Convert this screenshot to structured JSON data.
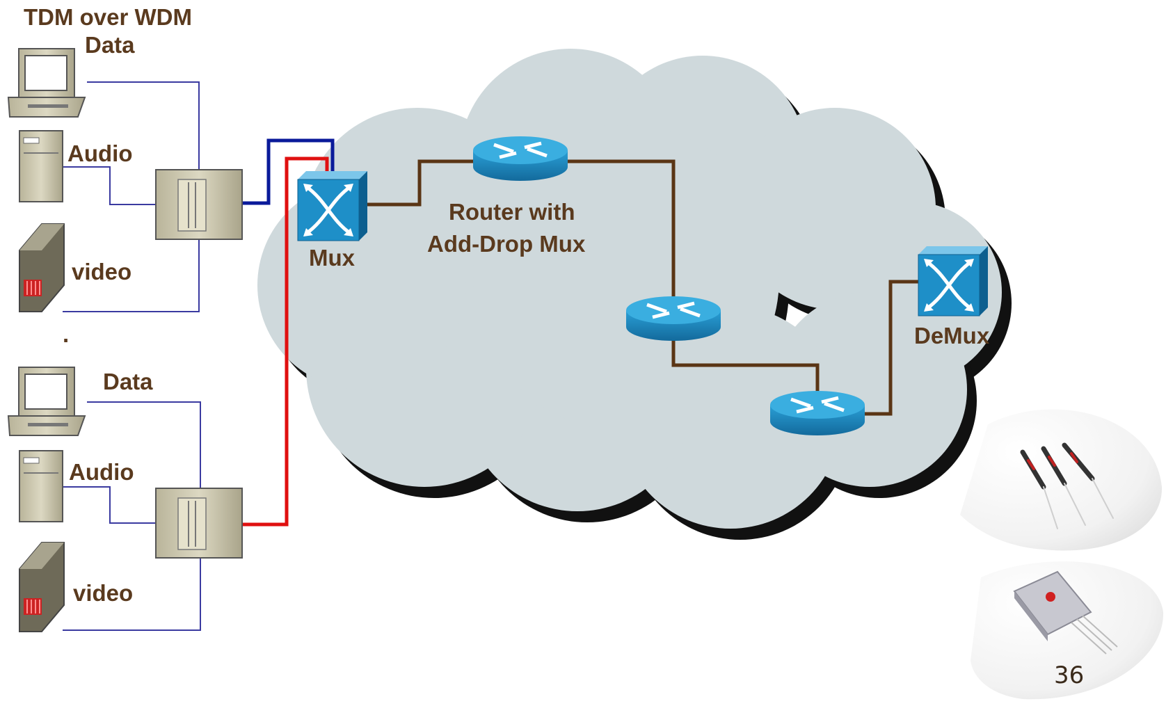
{
  "title_line1": "TDM over WDM",
  "groups": [
    {
      "data": "Data",
      "audio": "Audio",
      "video": "video"
    },
    {
      "data": "Data",
      "audio": "Audio",
      "video": "video"
    }
  ],
  "separator": ".",
  "mux_label": "Mux",
  "router_label_line1": "Router with",
  "router_label_line2": "Add-Drop Mux",
  "demux_label": "DeMux",
  "slide_number": "36",
  "colors": {
    "cloud": "#cfd9dc",
    "cloud_shadow": "#111111",
    "device_blue": "#1e8fc8",
    "link_brown": "#5a3515",
    "link_blue": "#0a1a9a",
    "link_red": "#e01010",
    "thin_wire": "#3a3aa0",
    "label_brown": "#5a3a1e"
  },
  "icons": [
    "desktop-computer-icon",
    "server-tower-icon",
    "video-server-icon",
    "tdm-multiplexer-icon",
    "wdm-switch-icon",
    "router-icon",
    "fiber-coupler-photo",
    "wdm-module-photo"
  ]
}
